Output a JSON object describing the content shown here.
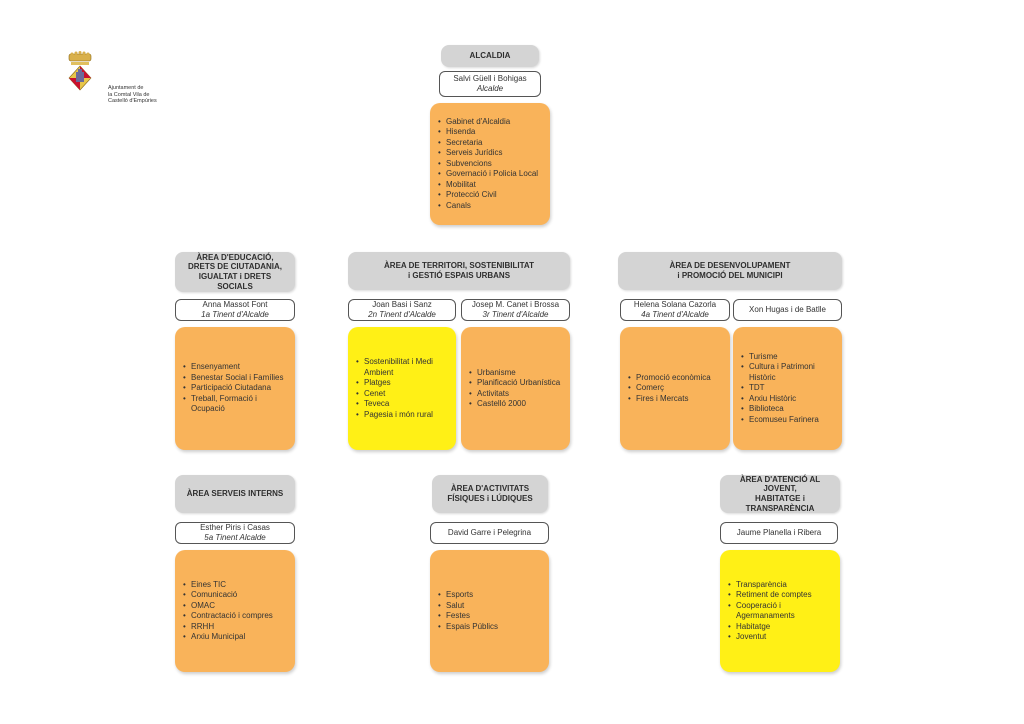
{
  "logo": {
    "text": "Ajuntament de\nla Comtal Vila de\nCastelló d'Empúries"
  },
  "alcaldia": {
    "header": "ALCALDIA",
    "person": "Salvi Güell i Bohigas",
    "role": "Alcalde",
    "items": [
      "Gabinet d'Alcaldia",
      "Hisenda",
      "Secretaria",
      "Serveis Jurídics",
      "Subvencions",
      "Governació i Policia Local",
      "Mobilitat",
      "Protecció Civil",
      "Canals"
    ]
  },
  "educacio": {
    "header": "ÀREA D'EDUCACIÓ,\nDRETS DE CIUTADANIA,\nIGUALTAT i DRETS SOCIALS",
    "person": "Anna Massot Font",
    "role": "1a Tinent d'Alcalde",
    "items": [
      "Ensenyament",
      "Benestar Social i Famílies",
      "Participació Ciutadana",
      "Treball, Formació i Ocupació"
    ]
  },
  "territori": {
    "header": "ÀREA DE TERRITORI, SOSTENIBILITAT\ni GESTIÓ ESPAIS URBANS",
    "left": {
      "person": "Joan Basi i Sanz",
      "role": "2n Tinent d'Alcalde",
      "items": [
        "Sostenibilitat i Medi Ambient",
        "Platges",
        "Cenet",
        "Teveca",
        "Pagesia i món rural"
      ]
    },
    "right": {
      "person": "Josep M. Canet i Brossa",
      "role": "3r Tinent d'Alcalde",
      "items": [
        "Urbanisme",
        "Planificació Urbanística",
        "Activitats",
        "Castelló 2000"
      ]
    }
  },
  "desenvolupament": {
    "header": "ÀREA DE DESENVOLUPAMENT\ni PROMOCIÓ DEL MUNICIPI",
    "left": {
      "person": "Helena Solana Cazorla",
      "role": "4a Tinent d'Alcalde",
      "items": [
        "Promoció econòmica",
        "Comerç",
        "Fires i Mercats"
      ]
    },
    "right": {
      "person": "Xon Hugas i de Batlle",
      "items": [
        "Turisme",
        "Cultura i Patrimoni Històric",
        "TDT",
        "Arxiu Històric",
        "Biblioteca",
        "Ecomuseu Farinera"
      ]
    }
  },
  "serveis": {
    "header": "ÀREA SERVEIS INTERNS",
    "person": "Esther Piris i Casas",
    "role": "5a Tinent Alcalde",
    "items": [
      "Eines TIC",
      "Comunicació",
      "OMAC",
      "Contractació i compres",
      "RRHH",
      "Arxiu Municipal"
    ]
  },
  "activitats": {
    "header": "ÀREA D'ACTIVITATS\nFÍSIQUES i LÚDIQUES",
    "person": "David Garre i Pelegrina",
    "items": [
      "Esports",
      "Salut",
      "Festes",
      "Espais Públics"
    ]
  },
  "jovent": {
    "header": "ÀREA D'ATENCIÓ AL JOVENT,\nHABITATGE i TRANSPARÈNCIA",
    "person": "Jaume Planella i Ribera",
    "items": [
      "Transparència",
      "Retiment de comptes",
      "Cooperació i Agermanaments",
      "Habitatge",
      "Joventut"
    ]
  }
}
